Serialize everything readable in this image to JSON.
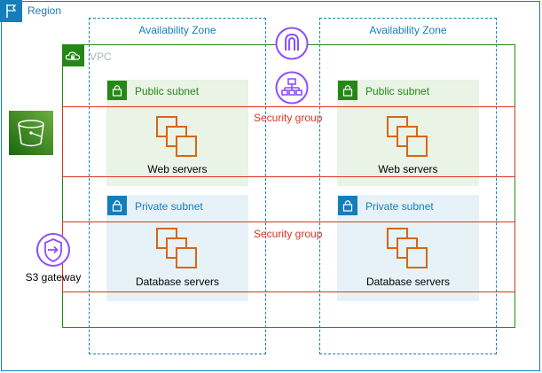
{
  "region": {
    "label": "Region"
  },
  "vpc": {
    "label": "VPC"
  },
  "availability_zones": [
    {
      "label": "Availability Zone"
    },
    {
      "label": "Availability Zone"
    }
  ],
  "subnets": {
    "public": {
      "label": "Public subnet"
    },
    "private": {
      "label": "Private subnet"
    }
  },
  "security_groups": [
    {
      "label": "Security group"
    },
    {
      "label": "Security group"
    }
  ],
  "servers": {
    "web": "Web servers",
    "database": "Database servers"
  },
  "s3_gateway": {
    "label": "S3 gateway"
  },
  "colors": {
    "region": "#147eba",
    "vpc": "#248814",
    "security_group": "#dd3522",
    "public_subnet_fill": "#e9f3e6",
    "private_subnet_fill": "#e6f2f8",
    "compute_icon": "#d86613",
    "network_icon": "#8c4fff",
    "s3_bucket": "#3f8624"
  }
}
